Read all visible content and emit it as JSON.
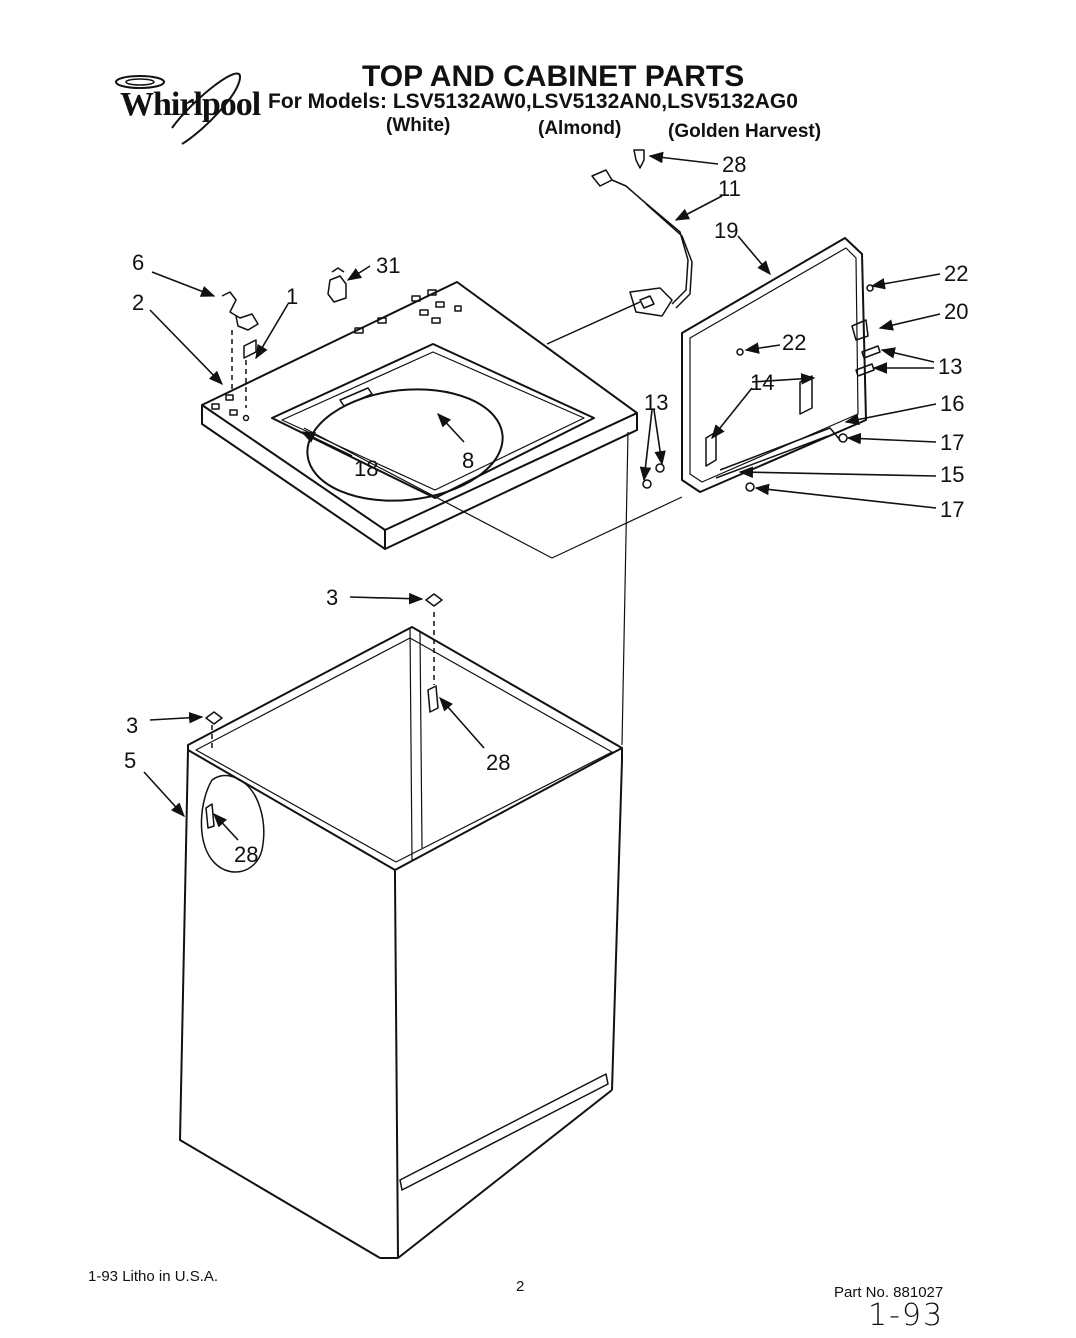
{
  "header": {
    "brand": "Whirlpool",
    "title": "TOP AND CABINET PARTS",
    "models_label": "For Models: LSV5132AW0,LSV5132AN0,LSV5132AG0",
    "color_white": "(White)",
    "color_almond": "(Almond)",
    "color_golden": "(Golden Harvest)"
  },
  "callouts": [
    {
      "id": "c-28-top",
      "label": "28"
    },
    {
      "id": "c-11",
      "label": "11"
    },
    {
      "id": "c-19",
      "label": "19"
    },
    {
      "id": "c-6",
      "label": "6"
    },
    {
      "id": "c-31",
      "label": "31"
    },
    {
      "id": "c-2",
      "label": "2"
    },
    {
      "id": "c-1",
      "label": "1"
    },
    {
      "id": "c-22-a",
      "label": "22"
    },
    {
      "id": "c-20",
      "label": "20"
    },
    {
      "id": "c-22-b",
      "label": "22"
    },
    {
      "id": "c-13-a",
      "label": "13"
    },
    {
      "id": "c-14",
      "label": "14"
    },
    {
      "id": "c-16",
      "label": "16"
    },
    {
      "id": "c-13-b",
      "label": "13"
    },
    {
      "id": "c-17-a",
      "label": "17"
    },
    {
      "id": "c-8",
      "label": "8"
    },
    {
      "id": "c-18",
      "label": "18"
    },
    {
      "id": "c-15",
      "label": "15"
    },
    {
      "id": "c-17-b",
      "label": "17"
    },
    {
      "id": "c-3-a",
      "label": "3"
    },
    {
      "id": "c-3-b",
      "label": "3"
    },
    {
      "id": "c-28-mid",
      "label": "28"
    },
    {
      "id": "c-5",
      "label": "5"
    },
    {
      "id": "c-28-low",
      "label": "28"
    }
  ],
  "footer": {
    "litho": "1-93 Litho in U.S.A.",
    "page_number": "2",
    "part_no": "Part No. 881027",
    "handwritten": "1-93"
  }
}
